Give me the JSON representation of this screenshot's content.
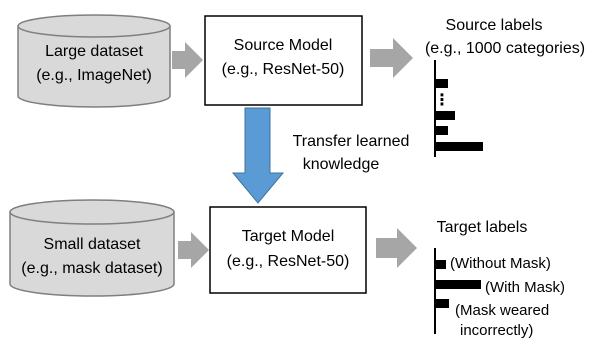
{
  "colors": {
    "cylinder_fill": "#d9d9d9",
    "cylinder_stroke": "#7f7f7f",
    "gray_arrow": "#a6a6a6",
    "blue_arrow": "#5b9bd5",
    "blue_arrow_stroke": "#41719c",
    "box_stroke": "#000000",
    "bar_color": "#000000"
  },
  "source_row": {
    "dataset_line1": "Large dataset",
    "dataset_line2": "(e.g., ImageNet)",
    "model_line1": "Source Model",
    "model_line2": "(e.g., ResNet-50)",
    "labels_title": "Source labels",
    "labels_subtitle": "(e.g., 1000 categories)",
    "ellipsis": "⋮",
    "bar_values": [
      0.25,
      0.4,
      0.25,
      1.0
    ]
  },
  "transfer": {
    "line1": "Transfer learned",
    "line2": "knowledge"
  },
  "target_row": {
    "dataset_line1": "Small dataset",
    "dataset_line2": "(e.g., mask dataset)",
    "model_line1": "Target Model",
    "model_line2": "(e.g., ResNet-50)",
    "labels_title": "Target labels",
    "bars": [
      {
        "label": "(Without Mask)",
        "value": 0.23
      },
      {
        "label": "(With Mask)",
        "value": 1.0
      },
      {
        "label_line1": "(Mask weared",
        "label_line2": "incorrectly)",
        "value": 0.28
      }
    ]
  }
}
